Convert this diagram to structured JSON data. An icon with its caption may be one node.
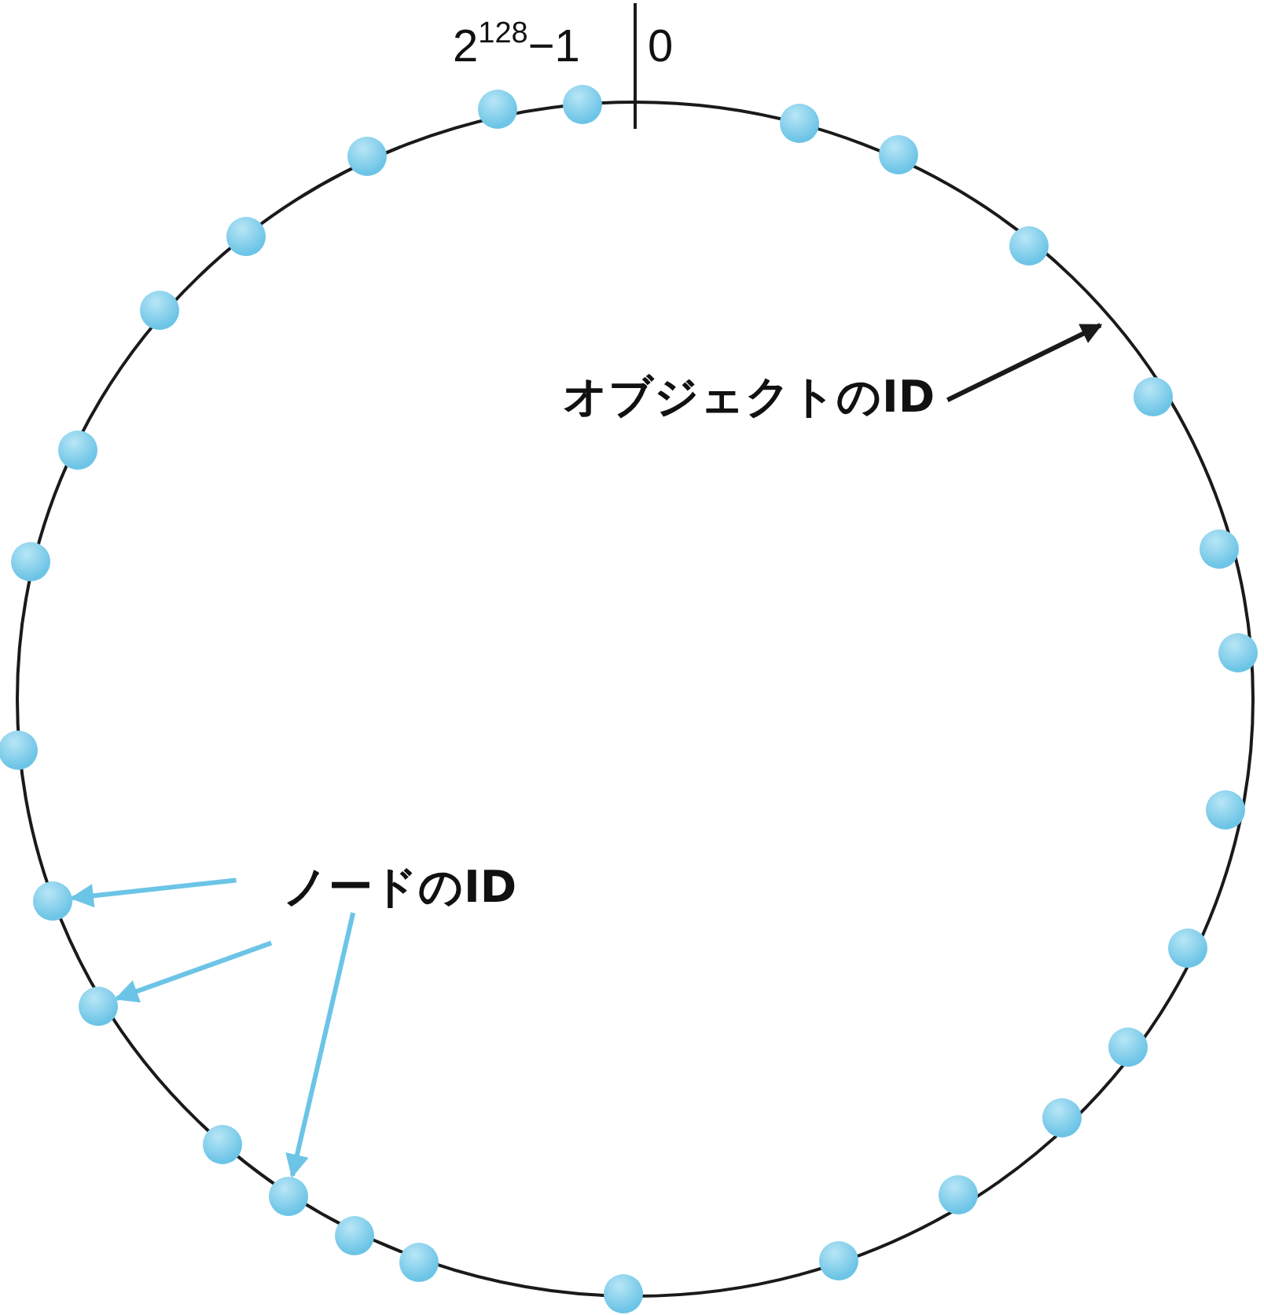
{
  "diagram": {
    "nodes": [
      {
        "text": [
          "オブジェクトのID"
        ]
      },
      {
        "text": [
          "ノードのID"
        ]
      },
      {
        "text": [],
        "shape": "circle"
      },
      {
        "text": [],
        "shape": "circle"
      },
      {
        "text": [],
        "shape": "circle"
      },
      {
        "text": [],
        "shape": "circle"
      },
      {
        "text": [],
        "shape": "circle"
      },
      {
        "text": [],
        "shape": "circle"
      },
      {
        "text": [],
        "shape": "circle"
      },
      {
        "text": [],
        "shape": "circle"
      },
      {
        "text": [],
        "shape": "circle"
      },
      {
        "text": [],
        "shape": "circle"
      },
      {
        "text": [],
        "shape": "circle"
      },
      {
        "text": [],
        "shape": "circle"
      },
      {
        "text": [],
        "shape": "circle"
      },
      {
        "text": [],
        "shape": "circle"
      },
      {
        "text": [],
        "shape": "circle"
      },
      {
        "text": [],
        "shape": "circle"
      },
      {
        "text": [],
        "shape": "circle"
      },
      {
        "text": [],
        "shape": "circle"
      },
      {
        "text": [],
        "shape": "circle"
      },
      {
        "text": [],
        "shape": "circle"
      },
      {
        "text": [],
        "shape": "circle"
      },
      {
        "text": [],
        "shape": "circle"
      },
      {
        "text": [],
        "shape": "circle"
      },
      {
        "text": [],
        "shape": "circle"
      },
      {
        "text": [],
        "shape": "circle"
      },
      {
        "text": [],
        "shape": "circle"
      },
      {
        "text": [],
        "shape": "circle"
      }
    ],
    "edges": [
      {
        "from": 0,
        "to": null,
        "arrow": "to",
        "color": "#1a1a1a"
      },
      {
        "from": 1,
        "to": 17,
        "arrow": "to"
      },
      {
        "from": 1,
        "to": 19,
        "arrow": "to"
      },
      {
        "from": 1,
        "to": 24,
        "arrow": "to"
      }
    ],
    "labels": [
      "2$^{128}$−1",
      "0"
    ]
  }
}
